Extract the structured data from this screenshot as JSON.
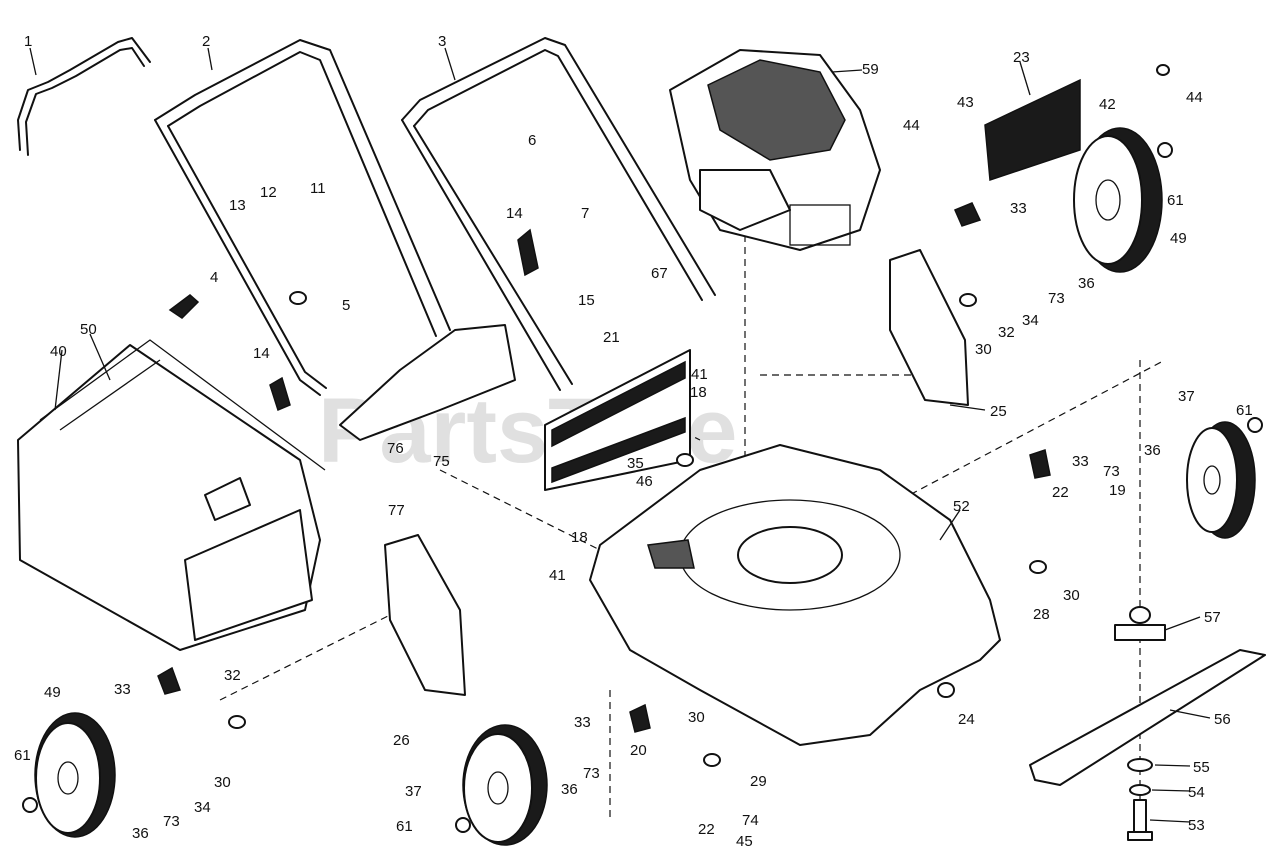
{
  "watermark": "PartsTree",
  "part_labels": [
    {
      "id": "l1",
      "text": "1"
    },
    {
      "id": "l2",
      "text": "2"
    },
    {
      "id": "l3",
      "text": "3"
    },
    {
      "id": "l4",
      "text": "4"
    },
    {
      "id": "l5",
      "text": "5"
    },
    {
      "id": "l6",
      "text": "6"
    },
    {
      "id": "l7",
      "text": "7"
    },
    {
      "id": "l11",
      "text": "11"
    },
    {
      "id": "l12",
      "text": "12"
    },
    {
      "id": "l13",
      "text": "13"
    },
    {
      "id": "l14a",
      "text": "14"
    },
    {
      "id": "l14b",
      "text": "14"
    },
    {
      "id": "l15",
      "text": "15"
    },
    {
      "id": "l18a",
      "text": "18"
    },
    {
      "id": "l18b",
      "text": "18"
    },
    {
      "id": "l19",
      "text": "19"
    },
    {
      "id": "l20",
      "text": "20"
    },
    {
      "id": "l21",
      "text": "21"
    },
    {
      "id": "l22a",
      "text": "22"
    },
    {
      "id": "l22b",
      "text": "22"
    },
    {
      "id": "l23",
      "text": "23"
    },
    {
      "id": "l24",
      "text": "24"
    },
    {
      "id": "l25",
      "text": "25"
    },
    {
      "id": "l26",
      "text": "26"
    },
    {
      "id": "l28",
      "text": "28"
    },
    {
      "id": "l29",
      "text": "29"
    },
    {
      "id": "l30a",
      "text": "30"
    },
    {
      "id": "l30b",
      "text": "30"
    },
    {
      "id": "l30c",
      "text": "30"
    },
    {
      "id": "l30d",
      "text": "30"
    },
    {
      "id": "l32a",
      "text": "32"
    },
    {
      "id": "l32b",
      "text": "32"
    },
    {
      "id": "l33a",
      "text": "33"
    },
    {
      "id": "l33b",
      "text": "33"
    },
    {
      "id": "l33c",
      "text": "33"
    },
    {
      "id": "l33d",
      "text": "33"
    },
    {
      "id": "l34a",
      "text": "34"
    },
    {
      "id": "l34b",
      "text": "34"
    },
    {
      "id": "l35",
      "text": "35"
    },
    {
      "id": "l36a",
      "text": "36"
    },
    {
      "id": "l36b",
      "text": "36"
    },
    {
      "id": "l36c",
      "text": "36"
    },
    {
      "id": "l36d",
      "text": "36"
    },
    {
      "id": "l37a",
      "text": "37"
    },
    {
      "id": "l37b",
      "text": "37"
    },
    {
      "id": "l40",
      "text": "40"
    },
    {
      "id": "l41a",
      "text": "41"
    },
    {
      "id": "l41b",
      "text": "41"
    },
    {
      "id": "l42",
      "text": "42"
    },
    {
      "id": "l43",
      "text": "43"
    },
    {
      "id": "l44a",
      "text": "44"
    },
    {
      "id": "l44b",
      "text": "44"
    },
    {
      "id": "l45",
      "text": "45"
    },
    {
      "id": "l46",
      "text": "46"
    },
    {
      "id": "l49a",
      "text": "49"
    },
    {
      "id": "l49b",
      "text": "49"
    },
    {
      "id": "l50",
      "text": "50"
    },
    {
      "id": "l52",
      "text": "52"
    },
    {
      "id": "l53",
      "text": "53"
    },
    {
      "id": "l54",
      "text": "54"
    },
    {
      "id": "l55",
      "text": "55"
    },
    {
      "id": "l56",
      "text": "56"
    },
    {
      "id": "l57",
      "text": "57"
    },
    {
      "id": "l59",
      "text": "59"
    },
    {
      "id": "l61a",
      "text": "61"
    },
    {
      "id": "l61b",
      "text": "61"
    },
    {
      "id": "l61c",
      "text": "61"
    },
    {
      "id": "l61d",
      "text": "61"
    },
    {
      "id": "l67",
      "text": "67"
    },
    {
      "id": "l73a",
      "text": "73"
    },
    {
      "id": "l73b",
      "text": "73"
    },
    {
      "id": "l73c",
      "text": "73"
    },
    {
      "id": "l73d",
      "text": "73"
    },
    {
      "id": "l74",
      "text": "74"
    },
    {
      "id": "l75",
      "text": "75"
    },
    {
      "id": "l76",
      "text": "76"
    },
    {
      "id": "l77",
      "text": "77"
    }
  ]
}
